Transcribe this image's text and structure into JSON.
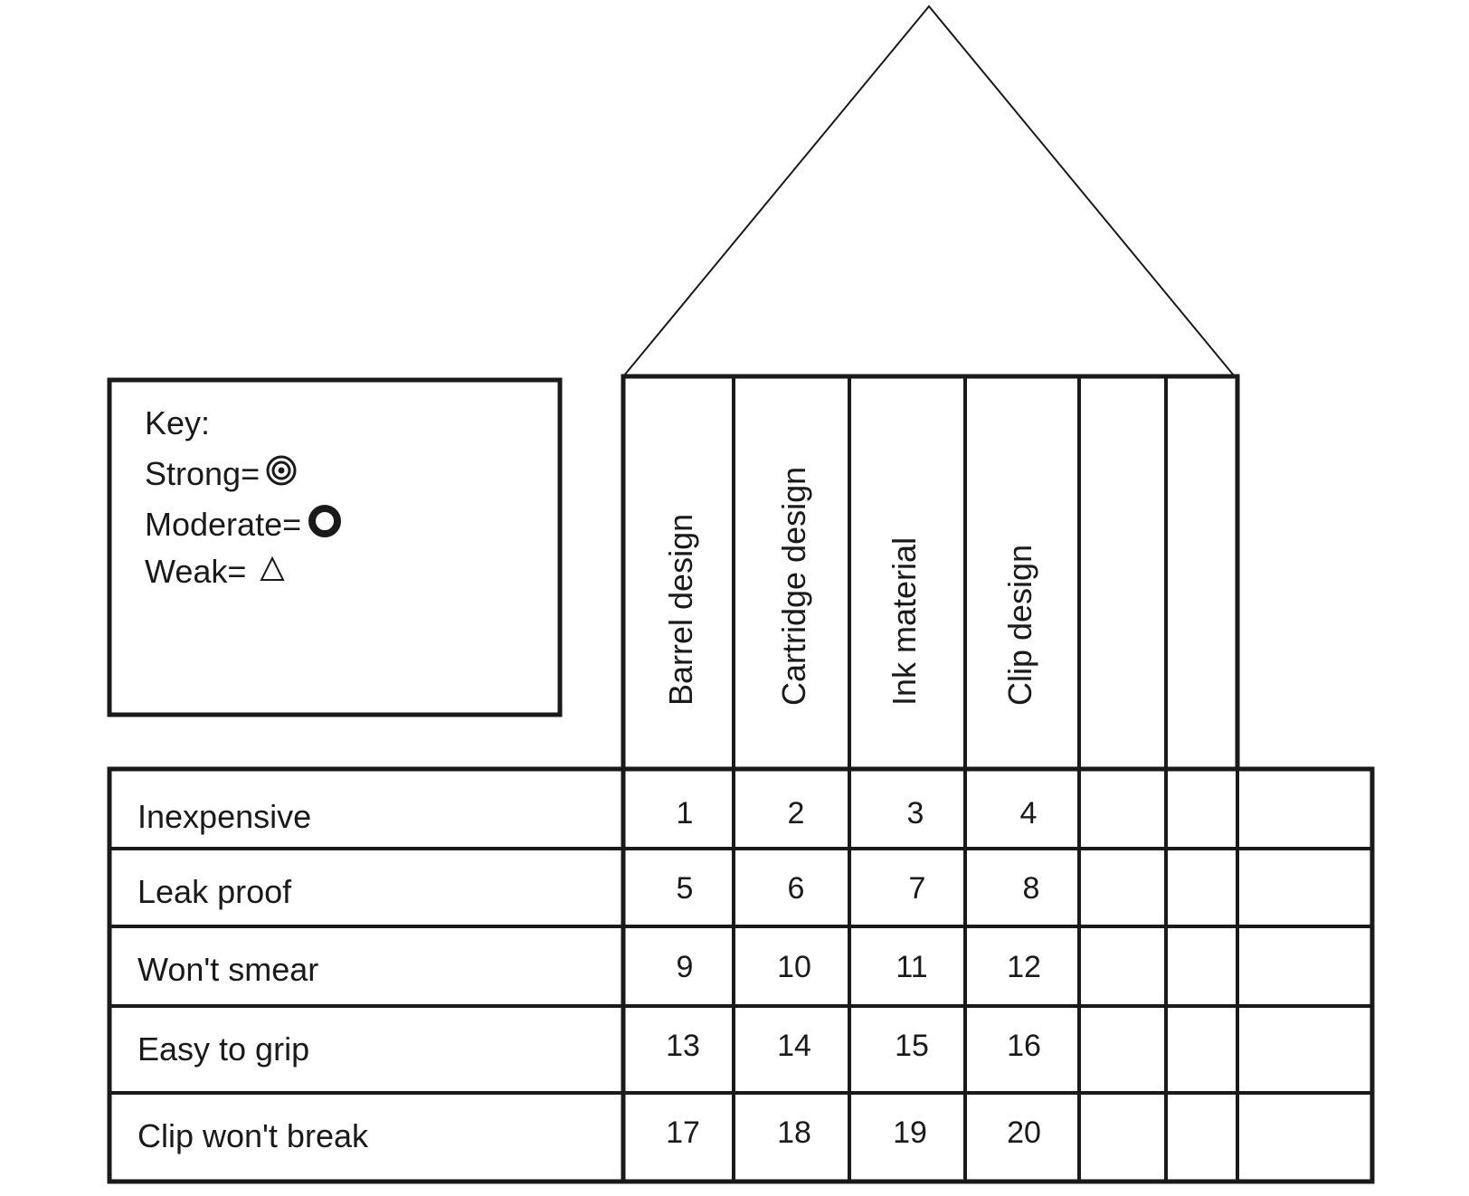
{
  "key": {
    "title": "Key:",
    "strong_label": "Strong=",
    "strong_icon": "double-circle-icon",
    "moderate_label": "Moderate=",
    "moderate_icon": "bold-circle-icon",
    "weak_label": "Weak=",
    "weak_icon": "triangle-icon"
  },
  "columns": [
    "Barrel design",
    "Cartridge design",
    "Ink material",
    "Clip design",
    "",
    ""
  ],
  "rows": [
    {
      "label": "Inexpensive",
      "cells": [
        "1",
        "2",
        "3",
        "4",
        "",
        "",
        ""
      ]
    },
    {
      "label": "Leak proof",
      "cells": [
        "5",
        "6",
        "7",
        "8",
        "",
        "",
        ""
      ]
    },
    {
      "label": "Won't smear",
      "cells": [
        "9",
        "10",
        "11",
        "12",
        "",
        "",
        ""
      ]
    },
    {
      "label": "Easy to grip",
      "cells": [
        "13",
        "14",
        "15",
        "16",
        "",
        "",
        ""
      ]
    },
    {
      "label": "Clip won't break",
      "cells": [
        "17",
        "18",
        "19",
        "20",
        "",
        "",
        ""
      ]
    }
  ]
}
